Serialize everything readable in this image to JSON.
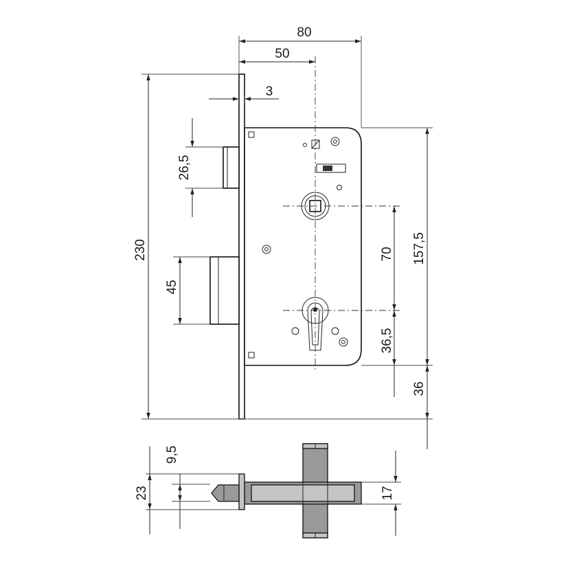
{
  "dimensions": {
    "backset_total": "80",
    "backset": "50",
    "faceplate_thickness": "3",
    "latch_height": "26,5",
    "overall_height": "230",
    "deadbolt_height": "45",
    "handle_to_cylinder": "70",
    "case_height": "157,5",
    "cylinder_to_case_bottom": "36,5",
    "case_bottom_to_plate": "36",
    "bolt_offset": "9,5",
    "plate_width": "23",
    "bolt_thickness": "17"
  },
  "colors": {
    "outline": "#111111",
    "bolt_fill": "#9a9a9a",
    "bolt_light": "#c4c4c4"
  }
}
